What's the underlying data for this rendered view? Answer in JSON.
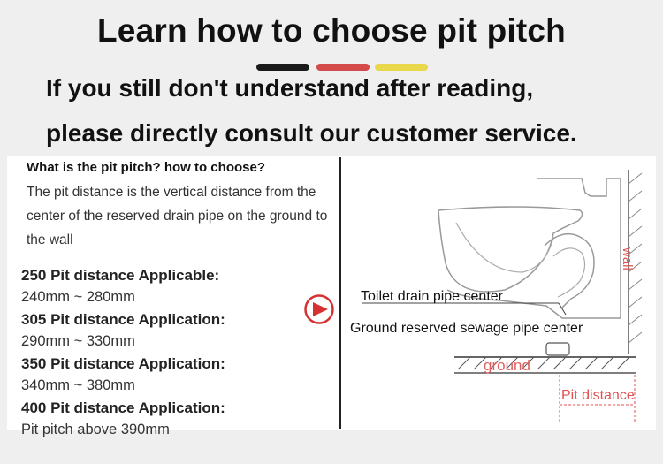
{
  "header": {
    "title": "Learn how to choose pit pitch",
    "subtitle_line1": "If you still don't understand after reading,",
    "subtitle_line2": "please directly consult our customer service.",
    "stripe_colors": [
      "#1a1a1a",
      "#d44a4a",
      "#e8d84a"
    ]
  },
  "left": {
    "question": "What is the pit pitch? how to choose?",
    "description": "The pit distance is the vertical distance from the center of the reserved drain pipe on the ground to the wall",
    "items": [
      {
        "heading": "250 Pit distance Applicable:",
        "value": "240mm ~ 280mm"
      },
      {
        "heading": "305 Pit distance Application:",
        "value": "290mm ~ 330mm"
      },
      {
        "heading": "350 Pit distance Application:",
        "value": "340mm ~ 380mm"
      },
      {
        "heading": "400 Pit distance Application:",
        "value": "Pit pitch above 390mm"
      }
    ]
  },
  "diagram": {
    "drain_label": "Toilet drain pipe center",
    "sewage_label": "Ground reserved sewage pipe center",
    "ground_label": "ground",
    "wall_label": "wall",
    "pit_label": "Pit distance",
    "accent_color": "#e05050",
    "arrow_icon": "play-circle-icon"
  }
}
